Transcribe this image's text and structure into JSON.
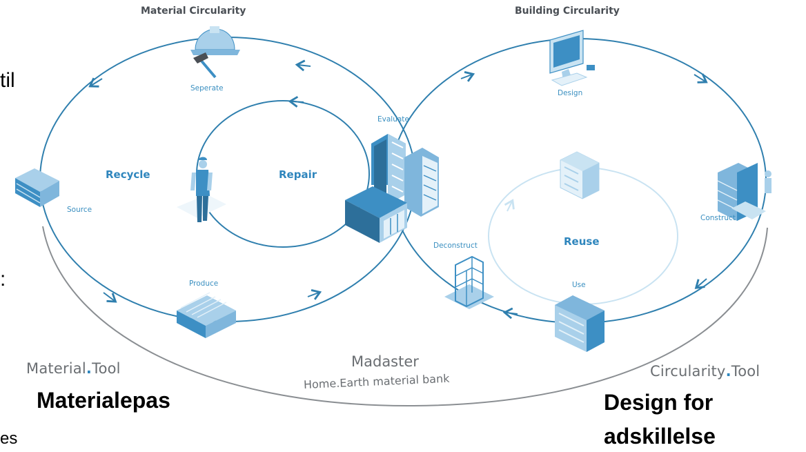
{
  "headings": {
    "material_circularity": "Material Circularity",
    "building_circularity": "Building Circularity"
  },
  "stages": {
    "seperate": "Seperate",
    "evaluate": "Evaluate",
    "design": "Design",
    "source": "Source",
    "construct": "Construct",
    "deconstruct": "Deconstruct",
    "produce": "Produce",
    "use": "Use"
  },
  "loops": {
    "recycle": "Recycle",
    "repair": "Repair",
    "reuse": "Reuse"
  },
  "tools": {
    "material_prefix": "Material",
    "material_suffix": "Tool",
    "circularity_prefix": "Circularity",
    "circularity_suffix": "Tool",
    "dot": "."
  },
  "center": {
    "madaster": "Madaster",
    "bank": "Home.Earth material bank"
  },
  "captions": {
    "materialepas": "Materialepas",
    "design_line1": "Design for",
    "design_line2": "adskillelse"
  },
  "cropped_text": {
    "til": "til",
    "colon": ":",
    "es": "es"
  },
  "colors": {
    "loop_line": "#2f7fae",
    "reuse_line": "#c9e3f2",
    "outer_line": "#8a8e92",
    "icon_blue": "#3d8fc4",
    "icon_light": "#a9d0ea"
  }
}
